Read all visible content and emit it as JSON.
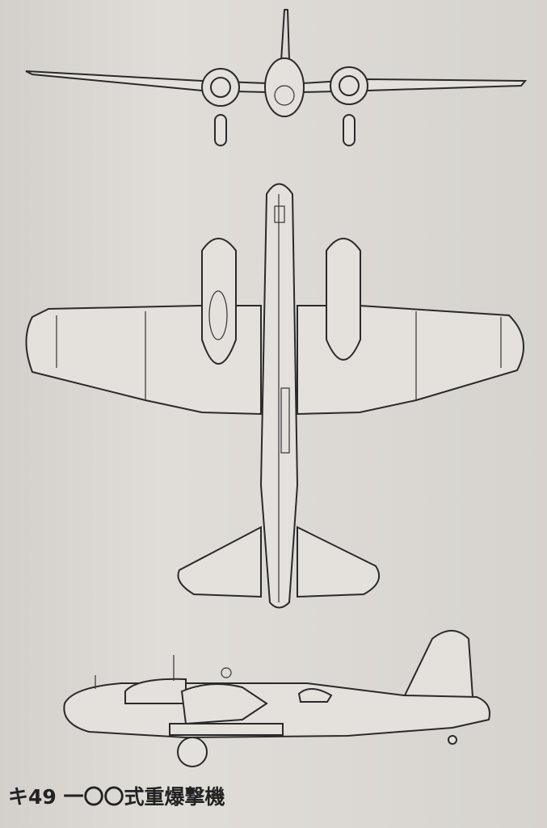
{
  "caption": "キ49 一〇〇式重爆撃機",
  "views": [
    "front-view",
    "top-view",
    "side-view"
  ],
  "colors": {
    "paper": "#dad7d2",
    "ink": "#2a2a2a"
  }
}
